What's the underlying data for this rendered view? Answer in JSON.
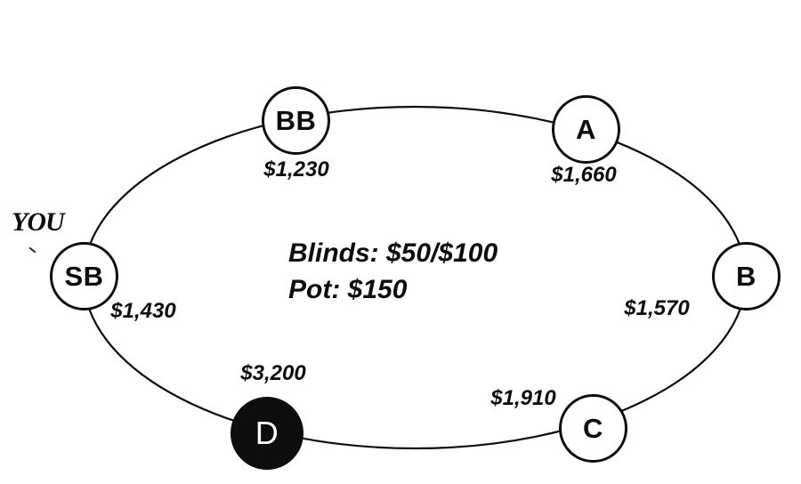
{
  "table": {
    "you_label": "YOU",
    "center_info": {
      "blinds": "Blinds: $50/$100",
      "pot": "Pot: $150"
    },
    "seats": [
      {
        "id": "bb",
        "label": "BB",
        "stack": "$1,230",
        "style": "open"
      },
      {
        "id": "a",
        "label": "A",
        "stack": "$1,660",
        "style": "open"
      },
      {
        "id": "b",
        "label": "B",
        "stack": "$1,570",
        "style": "open"
      },
      {
        "id": "c",
        "label": "C",
        "stack": "$1,910",
        "style": "open"
      },
      {
        "id": "d",
        "label": "D",
        "stack": "$3,200",
        "style": "filled"
      },
      {
        "id": "sb",
        "label": "SB",
        "stack": "$1,430",
        "style": "open"
      }
    ],
    "colors": {
      "ink": "#0d0d0d",
      "paper": "#ffffff",
      "dealer_fill": "#0d0d0d"
    }
  }
}
